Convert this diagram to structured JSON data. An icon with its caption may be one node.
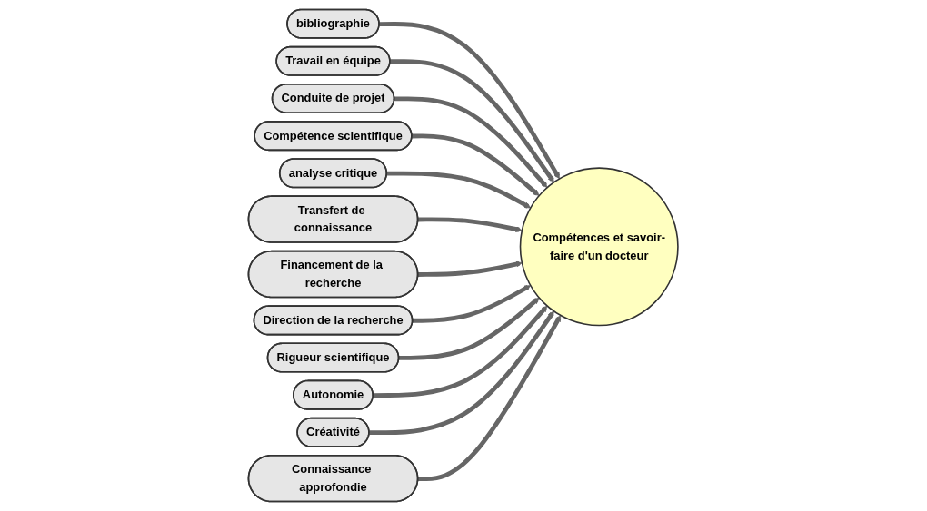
{
  "diagram": {
    "nodes": [
      {
        "text": [
          "Compétences et savoir-faire d'un docteur"
        ]
      },
      {
        "text": [
          "bibliographie"
        ]
      },
      {
        "text": [
          "Travail en équipe"
        ]
      },
      {
        "text": [
          "Conduite de projet"
        ]
      },
      {
        "text": [
          "Compétence scientifique"
        ]
      },
      {
        "text": [
          "analyse critique"
        ]
      },
      {
        "text": [
          "Transfert de connaissance"
        ]
      },
      {
        "text": [
          "Financement de la recherche"
        ]
      },
      {
        "text": [
          "Direction de la recherche"
        ]
      },
      {
        "text": [
          "Rigueur scientifique"
        ]
      },
      {
        "text": [
          "Autonomie"
        ]
      },
      {
        "text": [
          "Créativité"
        ]
      },
      {
        "text": [
          "Connaissance approfondie"
        ]
      }
    ],
    "edges": [
      {
        "from": 1,
        "to": 0,
        "arrow": "to"
      },
      {
        "from": 2,
        "to": 0,
        "arrow": "to"
      },
      {
        "from": 3,
        "to": 0,
        "arrow": "to"
      },
      {
        "from": 4,
        "to": 0,
        "arrow": "to"
      },
      {
        "from": 5,
        "to": 0,
        "arrow": "to"
      },
      {
        "from": 6,
        "to": 0,
        "arrow": "to"
      },
      {
        "from": 7,
        "to": 0,
        "arrow": "to"
      },
      {
        "from": 8,
        "to": 0,
        "arrow": "to"
      },
      {
        "from": 9,
        "to": 0,
        "arrow": "to"
      },
      {
        "from": 10,
        "to": 0,
        "arrow": "to"
      },
      {
        "from": 11,
        "to": 0,
        "arrow": "to"
      },
      {
        "from": 12,
        "to": 0,
        "arrow": "to"
      }
    ]
  }
}
